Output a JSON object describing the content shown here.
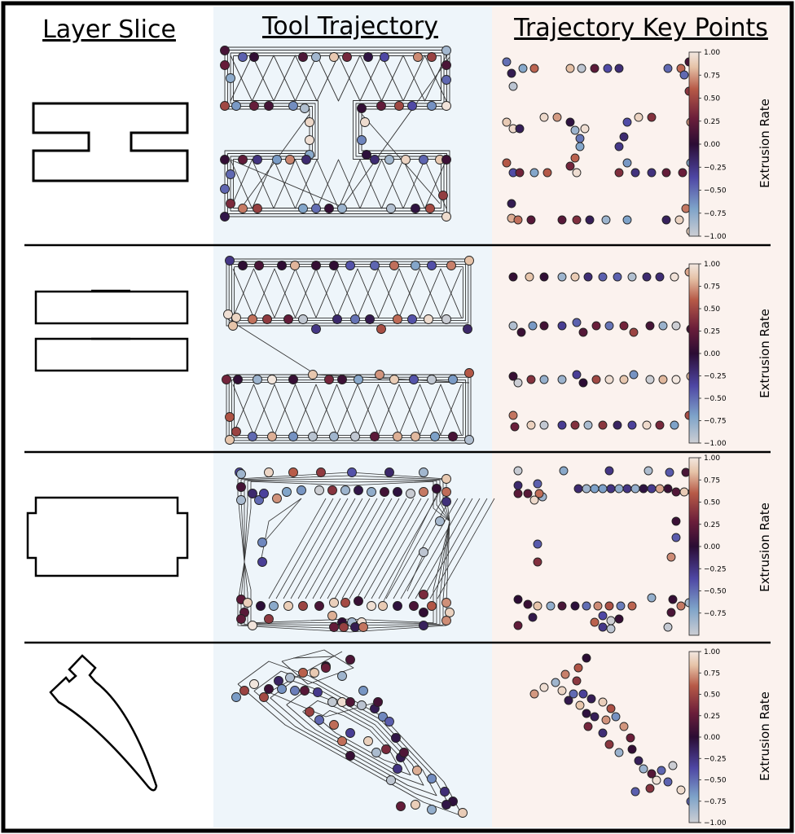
{
  "headers": {
    "col1": "Layer Slice",
    "col2": "Tool Trajectory",
    "col3": "Trajectory Key Points"
  },
  "colorbar": {
    "label": "Extrusion Rate",
    "ticks_full": [
      "1.00",
      "0.75",
      "0.50",
      "0.25",
      "0.00",
      "−0.25",
      "−0.50",
      "−0.75",
      "−1.00"
    ],
    "ticks_partial": [
      "1.00",
      "0.75",
      "0.50",
      "0.25",
      "0.00",
      "−0.25",
      "−0.50",
      "−0.75"
    ]
  },
  "colormap_stops": [
    "#cdced3",
    "#7ea3c9",
    "#4e46a4",
    "#2b0c34",
    "#6b1e3a",
    "#b75a47",
    "#e6c3a8",
    "#f2e7e0"
  ],
  "colors": {
    "col1_bg": "#ffffff",
    "col2_bg": "#eef5fa",
    "col3_bg": "#fbf2ee",
    "frame": "#000000"
  },
  "rows": [
    {
      "slice": "I-beam outline",
      "colorbar_ticks": "full"
    },
    {
      "slice": "two stacked rectangles",
      "colorbar_ticks": "full"
    },
    {
      "slice": "notched rectangle",
      "colorbar_ticks": "partial"
    },
    {
      "slice": "leaf-shaped part with tab",
      "colorbar_ticks": "full"
    }
  ]
}
